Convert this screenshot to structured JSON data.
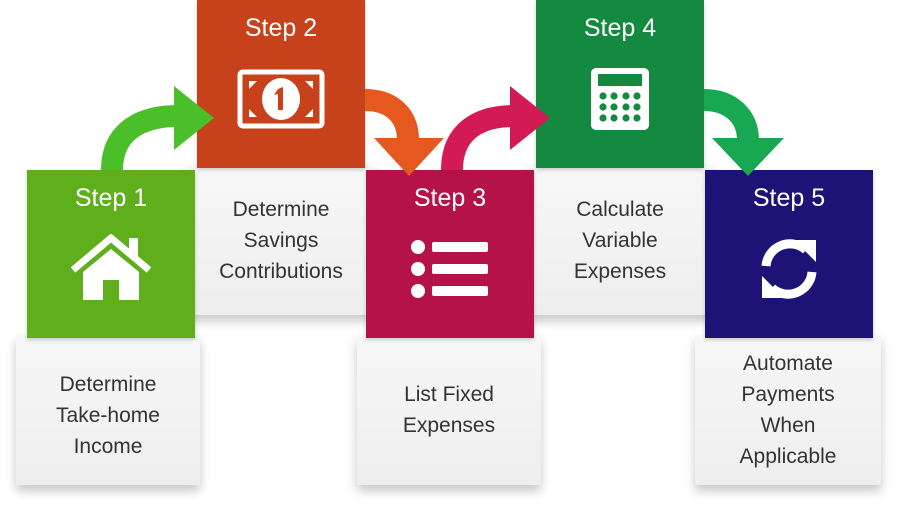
{
  "colors": {
    "step1": "#5fae1b",
    "step2": "#c7411a",
    "step3": "#b5124a",
    "step4": "#148a41",
    "step5": "#1d1377",
    "arrow1": "#4bbf2a",
    "arrow2": "#e5581f",
    "arrow3": "#d21b55",
    "arrow4": "#18a852"
  },
  "steps": [
    {
      "title": "Step 1",
      "icon": "house-icon",
      "text": "Determine Take-home Income"
    },
    {
      "title": "Step 2",
      "icon": "money-bill-icon",
      "text": "Determine Savings Contributions"
    },
    {
      "title": "Step 3",
      "icon": "list-icon",
      "text": "List Fixed Expenses"
    },
    {
      "title": "Step 4",
      "icon": "calculator-icon",
      "text": "Calculate Variable Expenses"
    },
    {
      "title": "Step 5",
      "icon": "refresh-icon",
      "text": "Automate Payments When Applicable"
    }
  ]
}
